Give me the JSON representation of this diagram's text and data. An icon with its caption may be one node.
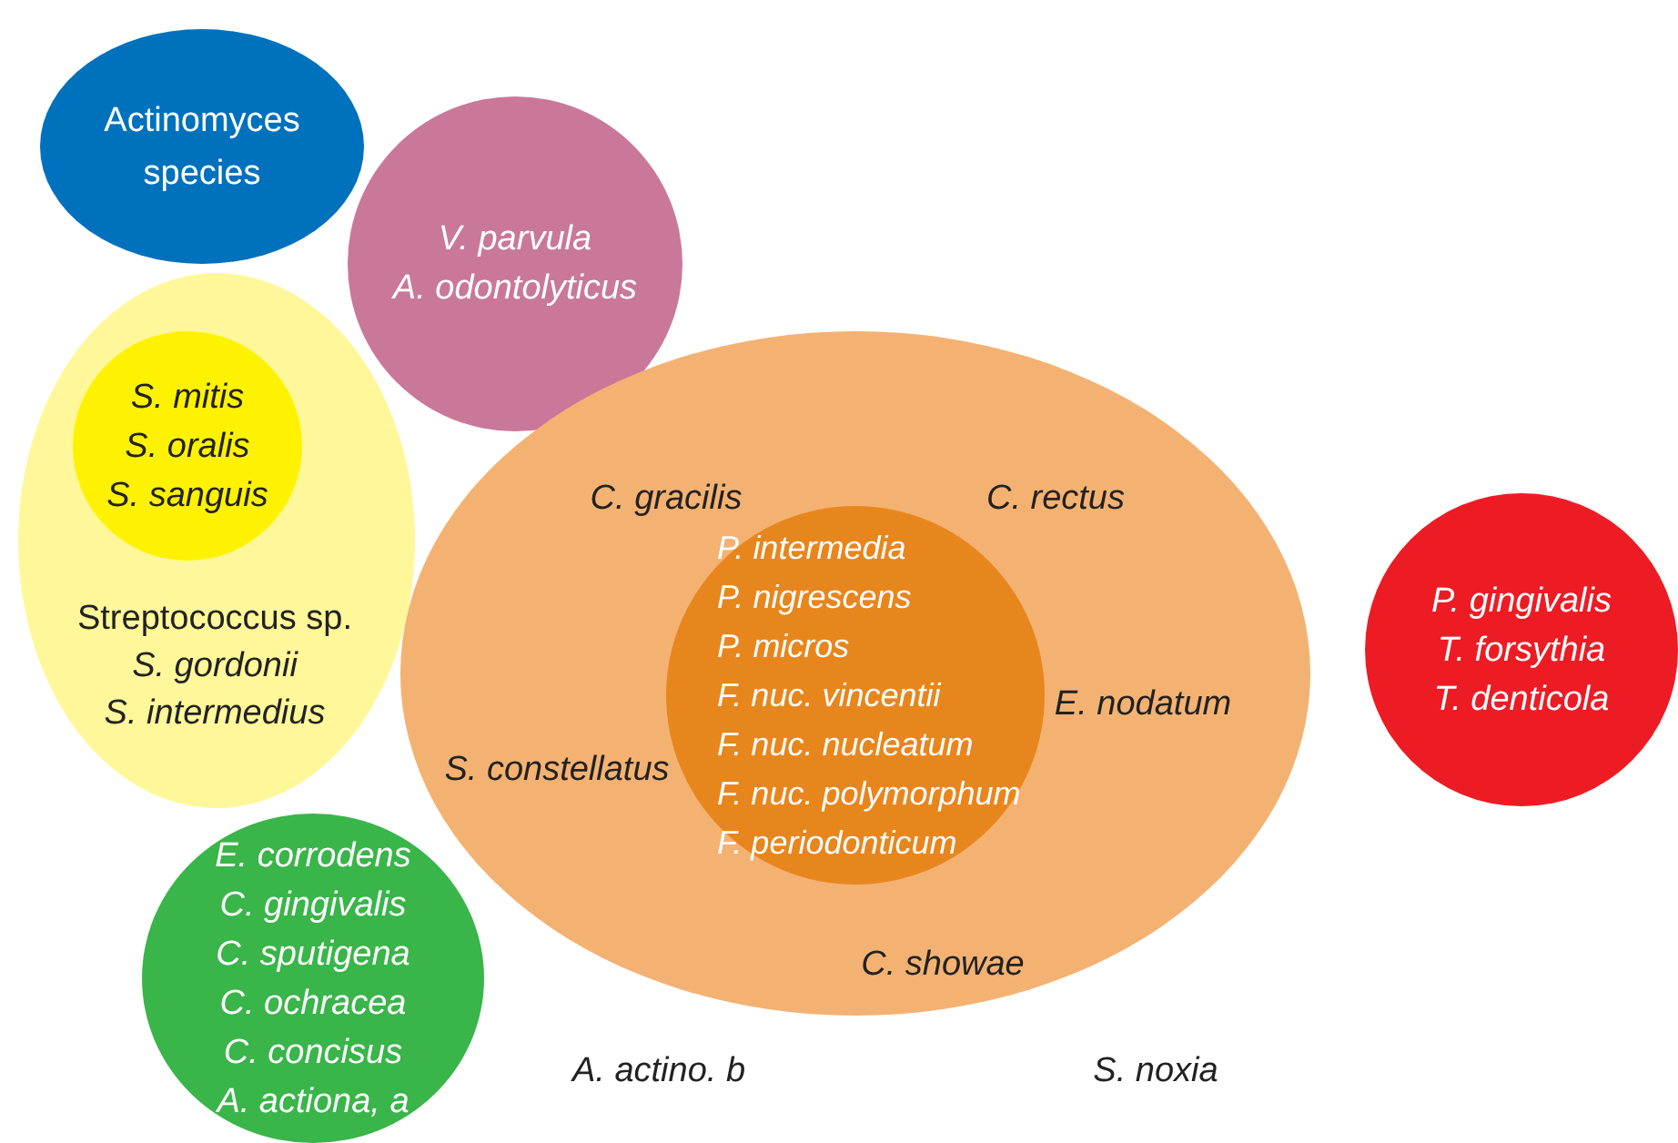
{
  "diagram": {
    "nodes": [
      {
        "text": [
          "Actinomyces species"
        ]
      },
      {
        "text": [
          "V. parvula",
          "A. odontolyticus"
        ]
      },
      {
        "text": [
          "Streptococcus sp.",
          "S. gordonii",
          "S. intermedius"
        ]
      },
      {
        "text": [
          "S. mitis",
          "S. oralis",
          "S. sanguis"
        ],
        "in": 2
      },
      {
        "text": [
          "E. corrodens",
          "C. gingivalis",
          "C. sputigena",
          "C. ochracea",
          "C. concisus",
          "A. actiona, a"
        ]
      },
      {
        "text": [
          "C. gracilis",
          "C. rectus",
          "E. nodatum",
          "S. constellatus",
          "C. showae"
        ]
      },
      {
        "text": [
          "P. intermedia",
          "P. nigrescens",
          "P. micros",
          "F. nuc. vincentii",
          "F. nuc. nucleatum",
          "F. nuc. polymorphum",
          "F. periodonticum"
        ],
        "in": 5
      },
      {
        "text": [
          "P. gingivalis",
          "T. forsythia",
          "T. denticola"
        ]
      }
    ],
    "labels": [
      "A. actino. b",
      "S. noxia"
    ]
  }
}
